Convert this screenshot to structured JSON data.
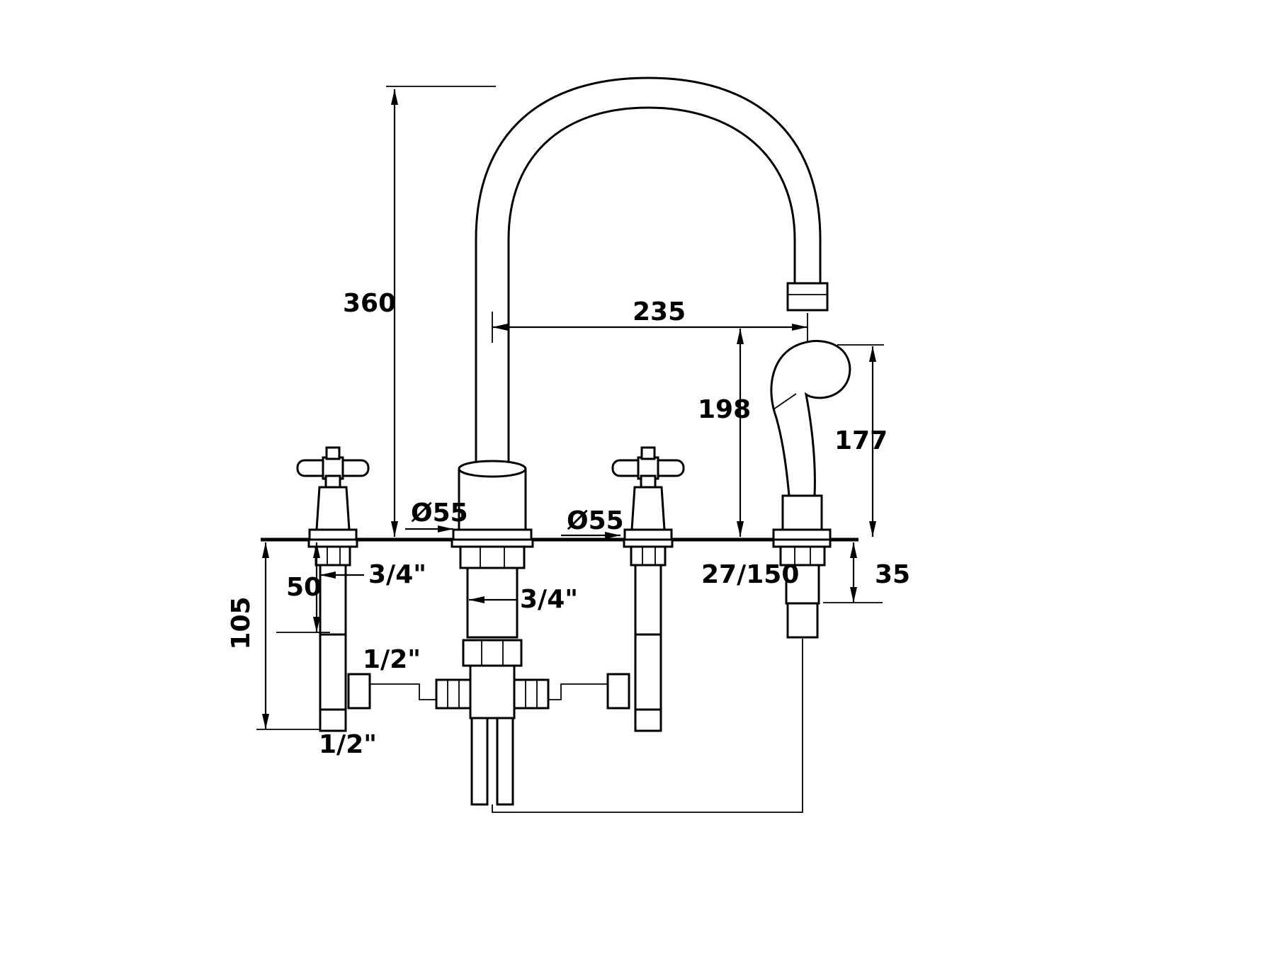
{
  "page": {
    "background_color": "#ffffff",
    "line_color": "#000000"
  },
  "drawing": {
    "kind": "faucet-dimension-diagram",
    "labels": {
      "d360": "360",
      "d235": "235",
      "d198": "198",
      "d177": "177",
      "dia55_left": "Ø55",
      "dia55_right": "Ø55",
      "thread34_left": "3/4\"",
      "thread34_center": "3/4\"",
      "thread12_side": "1/2\"",
      "thread12_bottom": "1/2\"",
      "d50": "50",
      "d105": "105",
      "hose": "27/150",
      "d35": "35"
    }
  }
}
